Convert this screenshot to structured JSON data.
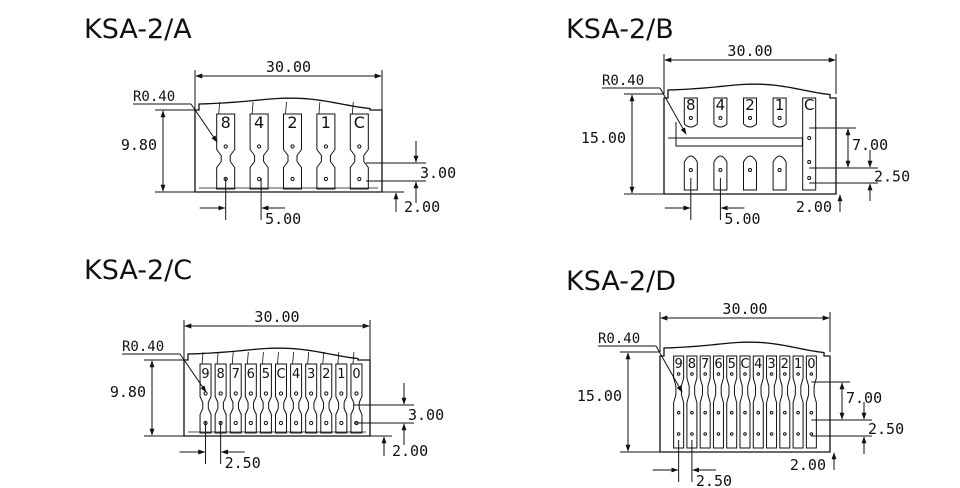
{
  "colors": {
    "line": "#111111",
    "background": "#ffffff"
  },
  "panels": [
    {
      "id": "a",
      "title": "KSA-2/A",
      "width_label": "30.00",
      "height_label": "9.80",
      "radius_label": "R0.40",
      "pitch_label": "5.00",
      "gap_label": "3.00",
      "offset_label": "2.00",
      "pins": [
        "8",
        "4",
        "2",
        "1",
        "C"
      ]
    },
    {
      "id": "b",
      "title": "KSA-2/B",
      "width_label": "30.00",
      "height_label": "15.00",
      "radius_label": "R0.40",
      "pitch_label": "5.00",
      "gap_label": "7.00",
      "small_gap_label": "2.50",
      "offset_label": "2.00",
      "pins": [
        "8",
        "4",
        "2",
        "1",
        "C"
      ]
    },
    {
      "id": "c",
      "title": "KSA-2/C",
      "width_label": "30.00",
      "height_label": "9.80",
      "radius_label": "R0.40",
      "pitch_label": "2.50",
      "gap_label": "3.00",
      "offset_label": "2.00",
      "pins": [
        "9",
        "8",
        "7",
        "6",
        "5",
        "C",
        "4",
        "3",
        "2",
        "1",
        "0"
      ]
    },
    {
      "id": "d",
      "title": "KSA-2/D",
      "width_label": "30.00",
      "height_label": "15.00",
      "radius_label": "R0.40",
      "pitch_label": "2.50",
      "gap_label": "7.00",
      "small_gap_label": "2.50",
      "offset_label": "2.00",
      "pins": [
        "9",
        "8",
        "7",
        "6",
        "5",
        "C",
        "4",
        "3",
        "2",
        "1",
        "0"
      ]
    }
  ]
}
